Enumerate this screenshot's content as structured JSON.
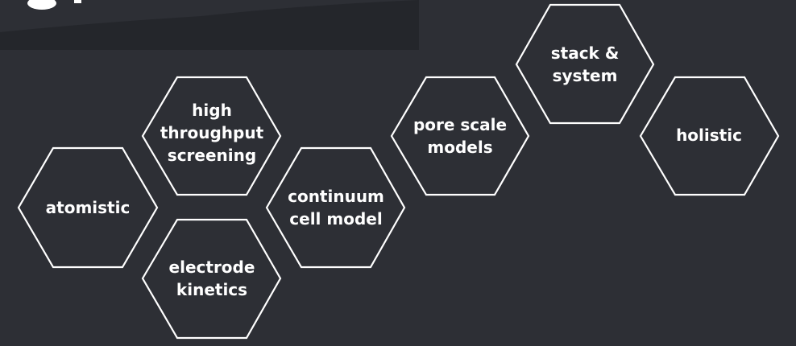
{
  "colors": {
    "background": "#2d2f35",
    "outline": "#ffffff",
    "text": "#ffffff"
  },
  "hexagons": [
    {
      "id": "atomistic",
      "lines": [
        "atomistic"
      ]
    },
    {
      "id": "high-throughput-screening",
      "lines": [
        "high",
        "throughput",
        "screening"
      ]
    },
    {
      "id": "electrode-kinetics",
      "lines": [
        "electrode",
        "kinetics"
      ]
    },
    {
      "id": "continuum-cell-model",
      "lines": [
        "continuum",
        "cell model"
      ]
    },
    {
      "id": "pore-scale-models",
      "lines": [
        "pore scale",
        "models"
      ]
    },
    {
      "id": "stack-system",
      "lines": [
        "stack &",
        "system"
      ]
    },
    {
      "id": "holistic",
      "lines": [
        "holistic"
      ]
    }
  ]
}
